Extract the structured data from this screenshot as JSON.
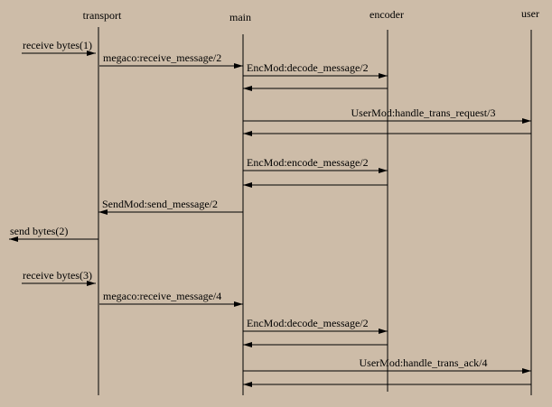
{
  "lifelines": [
    {
      "id": "transport",
      "label": "transport"
    },
    {
      "id": "main",
      "label": "main"
    },
    {
      "id": "encoder",
      "label": "encoder"
    },
    {
      "id": "user",
      "label": "user"
    }
  ],
  "messages": [
    {
      "from": "external",
      "to": "transport",
      "label": "receive bytes(1)"
    },
    {
      "from": "transport",
      "to": "main",
      "label": "megaco:receive_message/2"
    },
    {
      "from": "main",
      "to": "encoder",
      "label": "EncMod:decode_message/2"
    },
    {
      "from": "encoder",
      "to": "main",
      "label": ""
    },
    {
      "from": "main",
      "to": "user",
      "label": "UserMod:handle_trans_request/3"
    },
    {
      "from": "user",
      "to": "main",
      "label": ""
    },
    {
      "from": "main",
      "to": "encoder",
      "label": "EncMod:encode_message/2"
    },
    {
      "from": "encoder",
      "to": "main",
      "label": ""
    },
    {
      "from": "main",
      "to": "transport",
      "label": "SendMod:send_message/2"
    },
    {
      "from": "transport",
      "to": "external",
      "label": "send bytes(2)"
    },
    {
      "from": "external",
      "to": "transport",
      "label": "receive bytes(3)"
    },
    {
      "from": "transport",
      "to": "main",
      "label": "megaco:receive_message/4"
    },
    {
      "from": "main",
      "to": "encoder",
      "label": "EncMod:decode_message/2"
    },
    {
      "from": "encoder",
      "to": "main",
      "label": ""
    },
    {
      "from": "main",
      "to": "user",
      "label": "UserMod:handle_trans_ack/4"
    },
    {
      "from": "user",
      "to": "main",
      "label": ""
    }
  ]
}
